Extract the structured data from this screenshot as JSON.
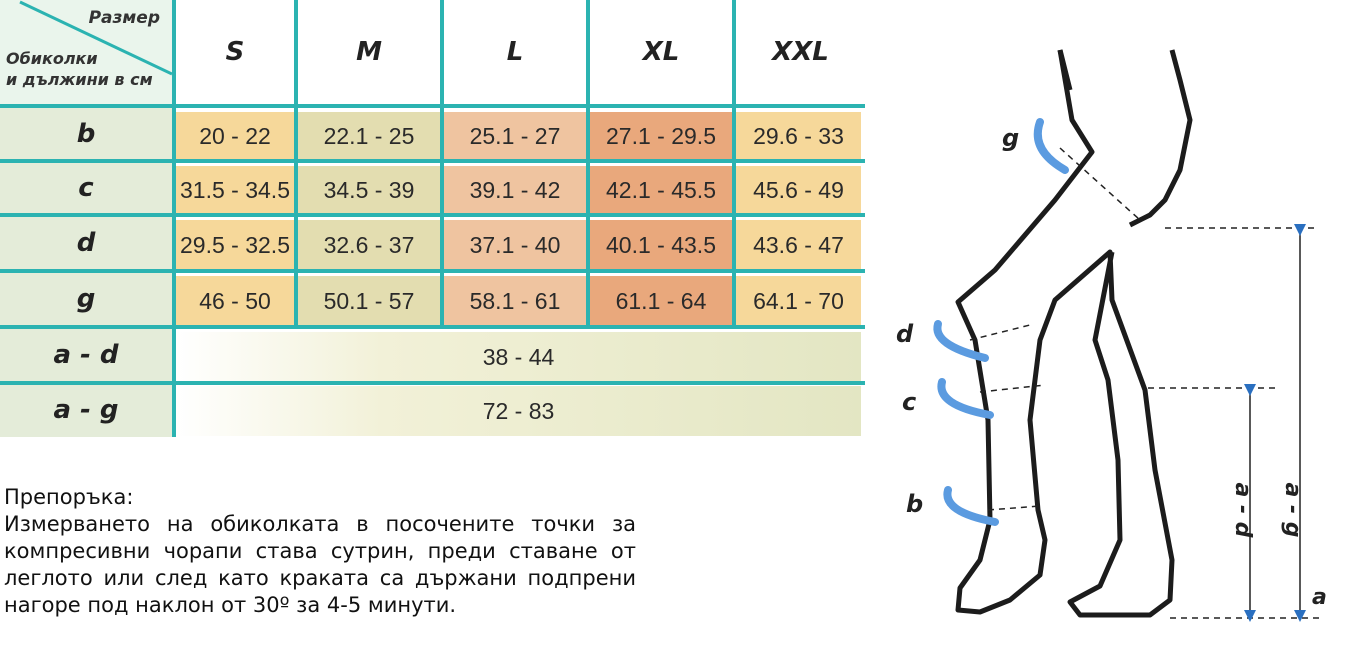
{
  "table": {
    "corner_top": "Размер",
    "corner_bottom_line1": "Обиколки",
    "corner_bottom_line2": "и дължини в см",
    "sizes": [
      "S",
      "M",
      "L",
      "XL",
      "XXL"
    ],
    "rows": [
      {
        "label": "b",
        "values": [
          "20 - 22",
          "22.1 - 25",
          "25.1 - 27",
          "27.1 - 29.5",
          "29.6 - 33"
        ]
      },
      {
        "label": "c",
        "values": [
          "31.5 - 34.5",
          "34.5 - 39",
          "39.1 - 42",
          "42.1 - 45.5",
          "45.6 - 49"
        ]
      },
      {
        "label": "d",
        "values": [
          "29.5 - 32.5",
          "32.6 - 37",
          "37.1 - 40",
          "40.1 - 43.5",
          "43.6 - 47"
        ]
      },
      {
        "label": "g",
        "values": [
          "46 - 50",
          "50.1 - 57",
          "58.1 - 61",
          "61.1 - 64",
          "64.1 - 70"
        ]
      }
    ],
    "span_rows": [
      {
        "label": "a - d",
        "value": "38 - 44"
      },
      {
        "label": "a - g",
        "value": "72 - 83"
      }
    ],
    "column_colors": [
      "#f6d89a",
      "#e3ddb0",
      "#efc4a0",
      "#e9a87c",
      "#f6d89a"
    ],
    "accent": "#2bb3b1"
  },
  "recommendation": {
    "title": "Препоръка:",
    "body": "Измерването на обиколката в посочените точки за компресивни чорапи става сутрин, преди ставане от леглото или след като краката са държани подпрени нагоре под наклон от 30º за 4-5 минути."
  },
  "diagram": {
    "labels": {
      "g": "g",
      "d": "d",
      "c": "c",
      "b": "b",
      "a": "a",
      "a_d": "a - d",
      "a_g": "a - g"
    },
    "arrow_color": "#4a90d9"
  }
}
